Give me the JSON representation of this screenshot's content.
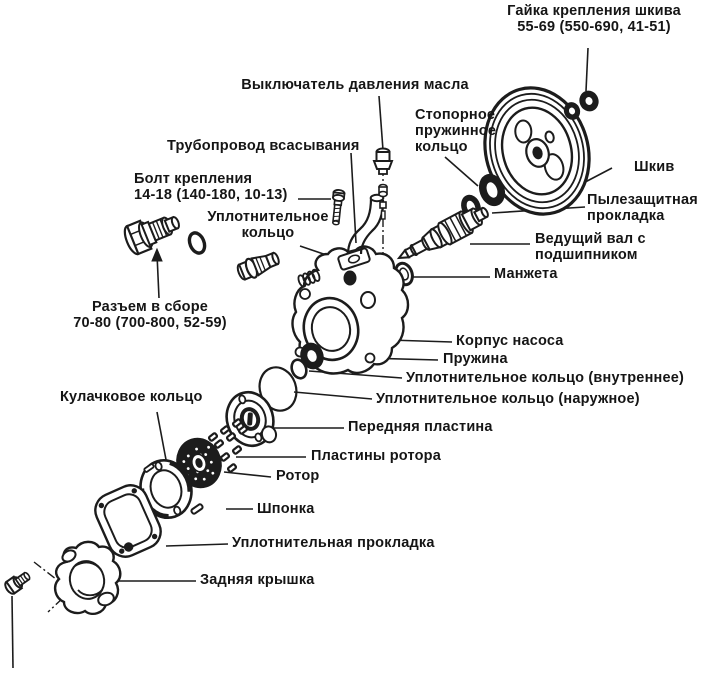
{
  "figure": {
    "background_color": "#ffffff",
    "ink_color": "#1c1c1c",
    "labels": {
      "pulley_nut": {
        "line1": "Гайка крепления шкива",
        "line2": "55-69 (550-690, 41-51)"
      },
      "oil_pressure_switch": {
        "line1": "Выключатель давления масла"
      },
      "snap_ring": {
        "line1": "Стопорное",
        "line2": "пружинное",
        "line3": "кольцо"
      },
      "pulley": {
        "line1": "Шкив"
      },
      "dust_gasket": {
        "line1": "Пылезащитная",
        "line2": "прокладка"
      },
      "suction_pipe": {
        "line1": "Трубопровод всасывания"
      },
      "mount_bolt": {
        "line1": "Болт крепления",
        "line2": "14-18 (140-180, 10-13)"
      },
      "o_ring": {
        "line1": "Уплотнительное",
        "line2": "кольцо"
      },
      "drive_shaft": {
        "line1": "Ведущий вал с",
        "line2": "подшипником"
      },
      "cuff": {
        "line1": "Манжета"
      },
      "connector": {
        "line1": "Разъем в сборе",
        "line2": "70-80 (700-800, 52-59)"
      },
      "pump_body": {
        "line1": "Корпус насоса"
      },
      "spring": {
        "line1": "Пружина"
      },
      "o_ring_inner": {
        "line1": "Уплотнительное кольцо (внутреннее)"
      },
      "o_ring_outer": {
        "line1": "Уплотнительное кольцо (наружное)"
      },
      "front_plate": {
        "line1": "Передняя пластина"
      },
      "rotor_vanes": {
        "line1": "Пластины ротора"
      },
      "rotor": {
        "line1": "Ротор"
      },
      "key": {
        "line1": "Шпонка"
      },
      "cam_ring": {
        "line1": "Кулачковое кольцо"
      },
      "seal_gasket": {
        "line1": "Уплотнительная прокладка"
      },
      "rear_cover": {
        "line1": "Задняя крышка"
      }
    }
  }
}
